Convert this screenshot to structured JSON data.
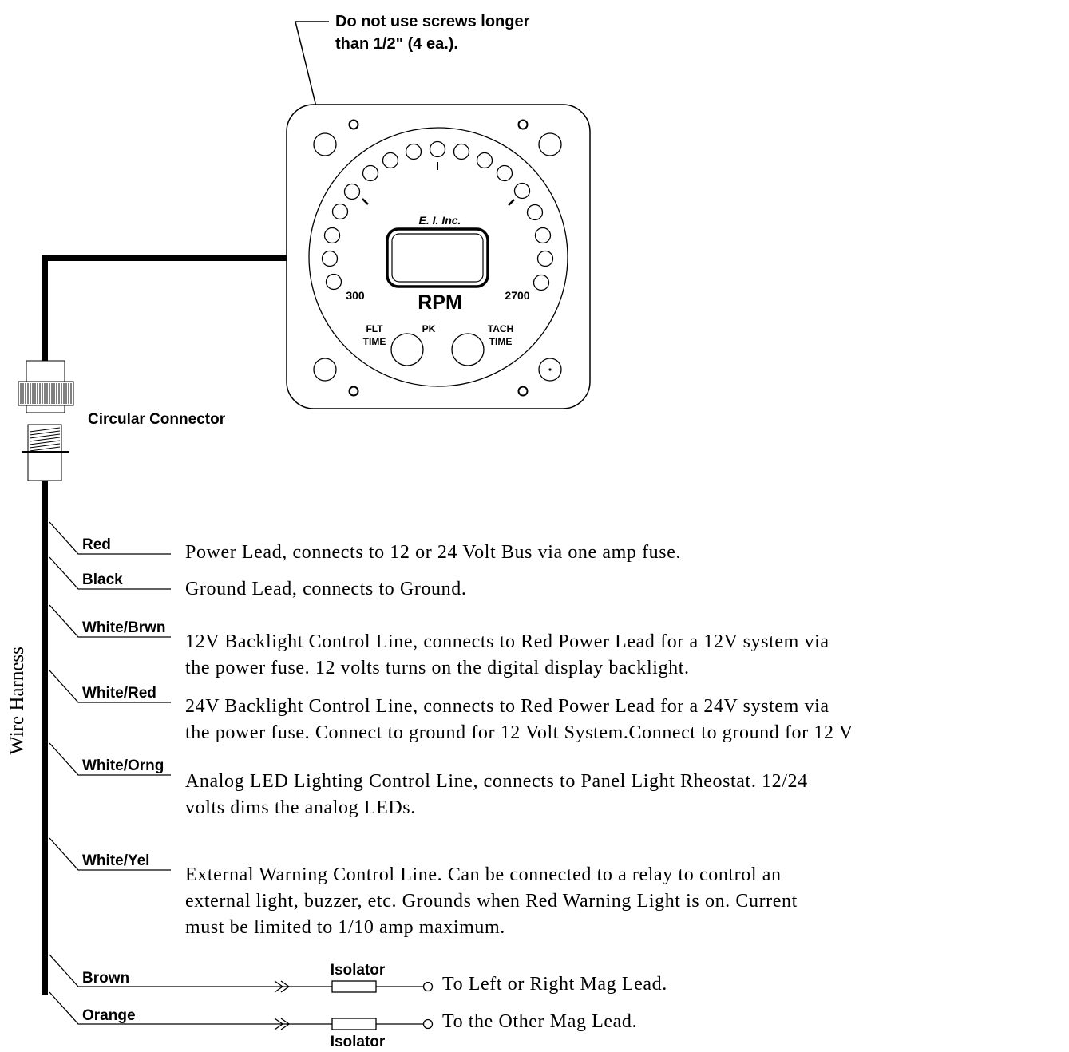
{
  "note": {
    "line1": "Do not use screws longer",
    "line2": "than 1/2\" (4 ea.)."
  },
  "instrument": {
    "brand": "E. I. Inc.",
    "label": "RPM",
    "scale_min": "300",
    "scale_max": "2700",
    "left_button": {
      "line1": "FLT",
      "line2": "TIME"
    },
    "center_label": "PK",
    "right_button": {
      "line1": "TACH",
      "line2": "TIME"
    }
  },
  "connector_label": "Circular Connector",
  "harness_label": "Wire Harness",
  "wires": [
    {
      "color": "Red",
      "desc": [
        "Power Lead, connects to 12 or 24 Volt Bus via one amp fuse."
      ]
    },
    {
      "color": "Black",
      "desc": [
        "Ground Lead, connects to Ground."
      ]
    },
    {
      "color": "White/Brwn",
      "desc": [
        "12V Backlight Control Line, connects to Red Power Lead for a 12V system via",
        "the power fuse.  12 volts turns on the digital display backlight."
      ]
    },
    {
      "color": "White/Red",
      "desc": [
        "24V Backlight Control Line, connects to Red Power Lead for a 24V system via",
        "the power fuse.  Connect to ground for 12 Volt System.Connect to ground for 12 V"
      ]
    },
    {
      "color": "White/Orng",
      "desc": [
        "Analog LED Lighting Control Line, connects to Panel Light Rheostat.  12/24",
        "volts dims the analog LEDs."
      ]
    },
    {
      "color": "White/Yel",
      "desc": [
        "External Warning Control Line.  Can be connected to a relay to control an",
        "external light, buzzer, etc.  Grounds when Red Warning Light is on.  Current",
        "must be limited to 1/10 amp maximum."
      ]
    }
  ],
  "mag_wires": [
    {
      "color": "Brown",
      "isolator": "Isolator",
      "desc": "To Left or Right Mag Lead."
    },
    {
      "color": "Orange",
      "isolator": "Isolator",
      "desc": "To the Other Mag Lead."
    }
  ]
}
